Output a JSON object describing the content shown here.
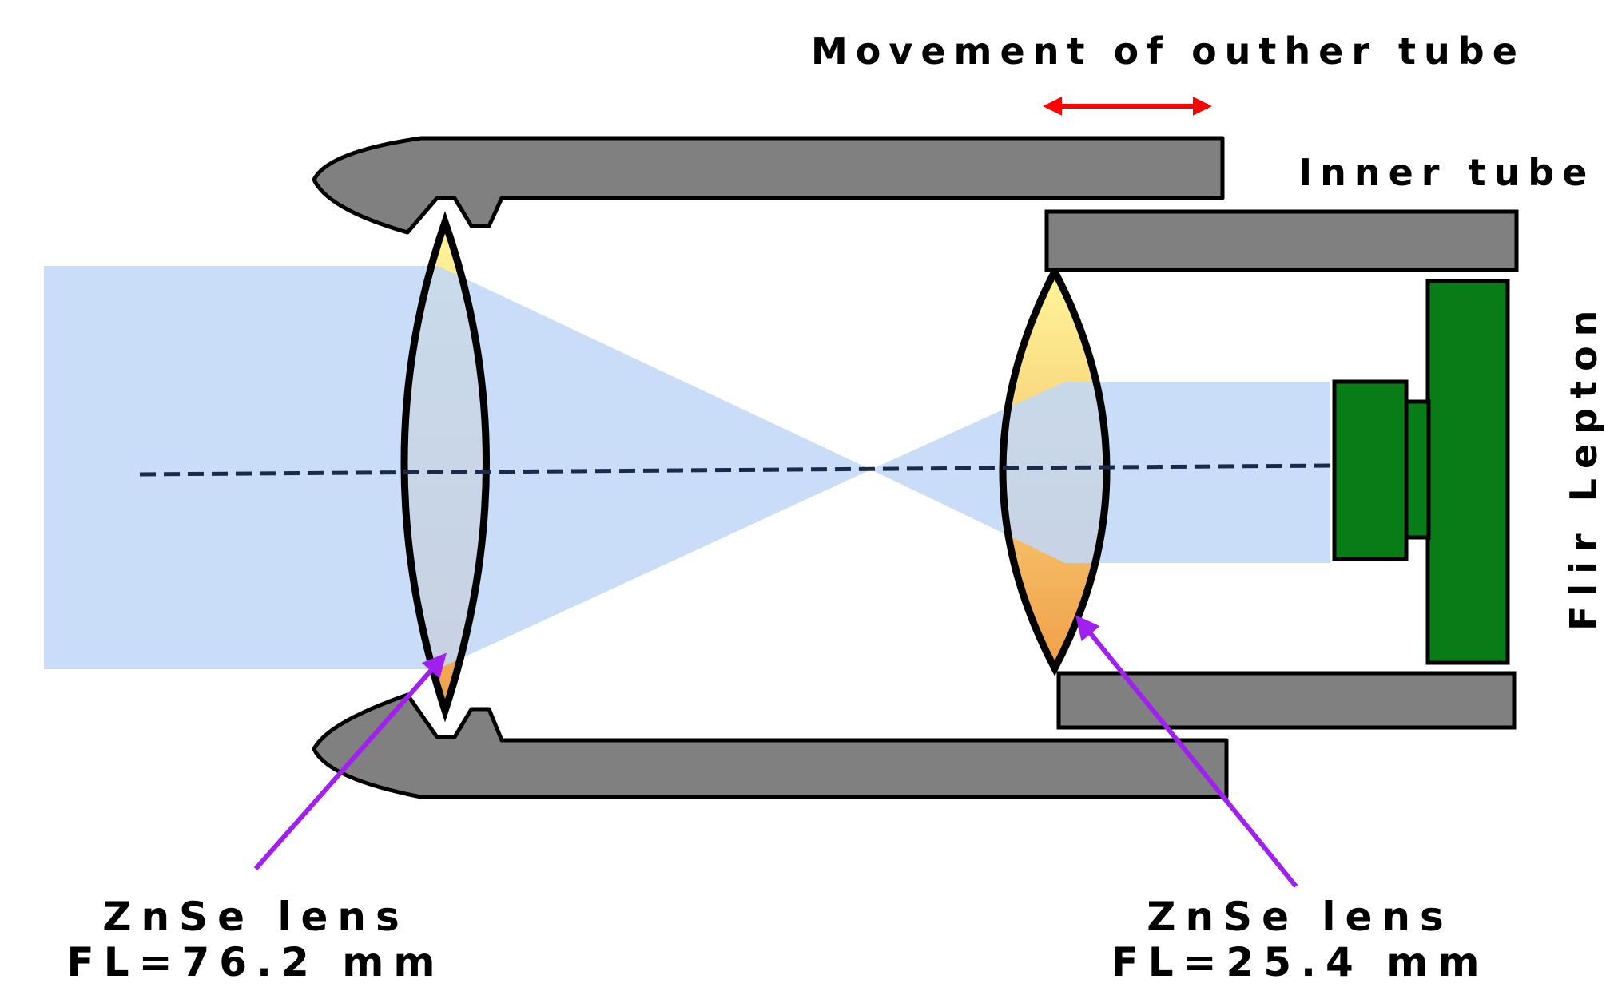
{
  "labels": {
    "movement": "Movement of outher tube",
    "inner_tube": "Inner tube",
    "sensor": "Flir Lepton",
    "lens_left_material": "ZnSe lens",
    "lens_left_focal": "FL=76.2 mm",
    "lens_right_material": "ZnSe lens",
    "lens_right_focal": "FL=25.4 mm"
  },
  "colors": {
    "tube": "#808080",
    "outline": "#000000",
    "beam": "#c2d7f7",
    "sensor": "#087c17",
    "pointer": "#a020f0",
    "movement_arrow": "#ff0000",
    "lens_top": "#fff59a",
    "lens_bottom": "#f0a04a",
    "axis": "#1a2a4a"
  }
}
